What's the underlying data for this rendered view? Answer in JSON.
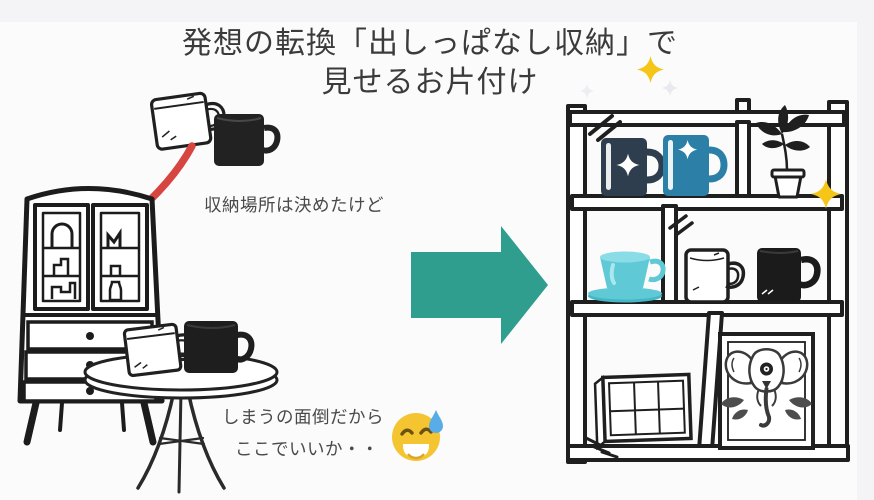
{
  "title": {
    "line1": "発想の転換「出しっぱなし収納」で",
    "line2": "見せるお片付け"
  },
  "captions": {
    "storage_decided": "収納場所は決めたけど",
    "thought_line1": "しまうの面倒だから",
    "thought_line2": "ここでいいか・・"
  },
  "icons": {
    "red_arrow": "curved-arrow-pointing-into-cabinet",
    "transform_arrow": "large-right-arrow",
    "sparkle": "four-point-star",
    "emoji": "smiling-face-with-sweat-drop",
    "left_scene": [
      "white-mug",
      "black-mug",
      "closed-cabinet-hutch",
      "round-side-table"
    ],
    "right_scene": [
      "navy-mug",
      "blue-mug",
      "potted-plant",
      "teal-teacup",
      "white-mug",
      "black-mug",
      "grid-display-box",
      "framed-elephant-art",
      "open-shelf"
    ]
  },
  "colors": {
    "accent_teal": "#2F9E8F",
    "mug_navy": "#2E3E4E",
    "mug_blue": "#2C80A7",
    "cup_teal": "#5FC9D6",
    "arrow_red": "#D6453F",
    "sparkle_yellow": "#F5C518",
    "emoji_yellow": "#F4C431",
    "sweat_blue": "#58ACE8",
    "ink": "#1F1F1F",
    "text_gray": "#4A4A4A",
    "canvas": "#FBFBFC",
    "edge_gray": "#F4F4F6"
  }
}
